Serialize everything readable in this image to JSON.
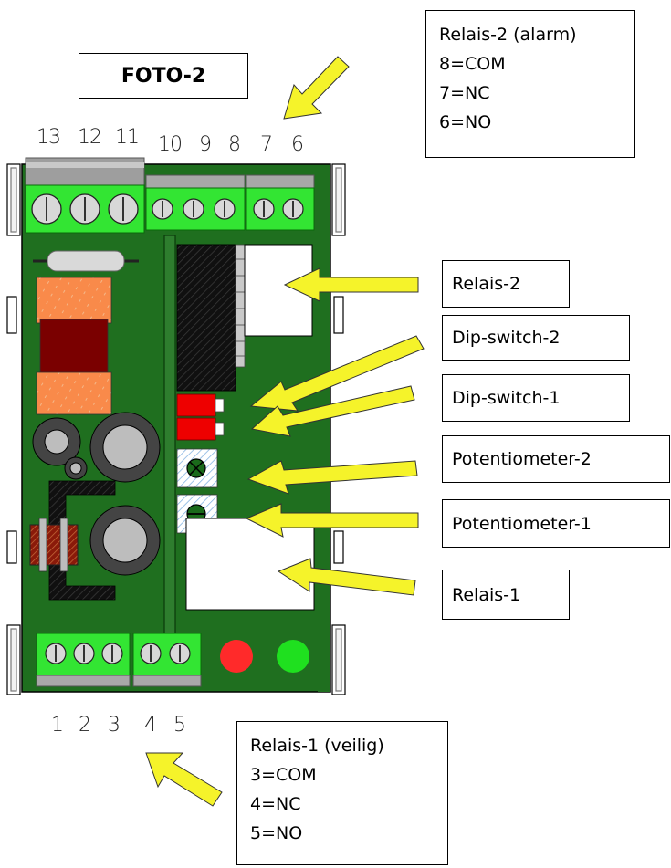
{
  "title": "FOTO-2",
  "top_terminals": [
    "13",
    "12",
    "11",
    "10",
    "9",
    "8",
    "7",
    "6"
  ],
  "bottom_terminals": [
    "1",
    "2",
    "3",
    "4",
    "5"
  ],
  "relay2_info": {
    "heading": "Relais-2 (alarm)",
    "lines": [
      "8=COM",
      "7=NC",
      "6=NO"
    ]
  },
  "relay1_info": {
    "heading": "Relais-1 (veilig)",
    "lines": [
      "3=COM",
      "4=NC",
      "5=NO"
    ]
  },
  "callouts": {
    "relais2": "Relais-2",
    "dip2": "Dip-switch-2",
    "dip1": "Dip-switch-1",
    "pot2": "Potentiometer-2",
    "pot1": "Potentiometer-1",
    "relais1": "Relais-1"
  },
  "colors": {
    "pcb": "#1f6f1f",
    "terminal": "#33e533",
    "arrow": "#f5f32a",
    "led_red": "#ff2a2a",
    "led_green": "#1fe01f",
    "relay_black": "#101010",
    "dip_red": "#ee0000",
    "transformer_orange": "#f98a4a",
    "transformer_core": "#7a0000"
  }
}
